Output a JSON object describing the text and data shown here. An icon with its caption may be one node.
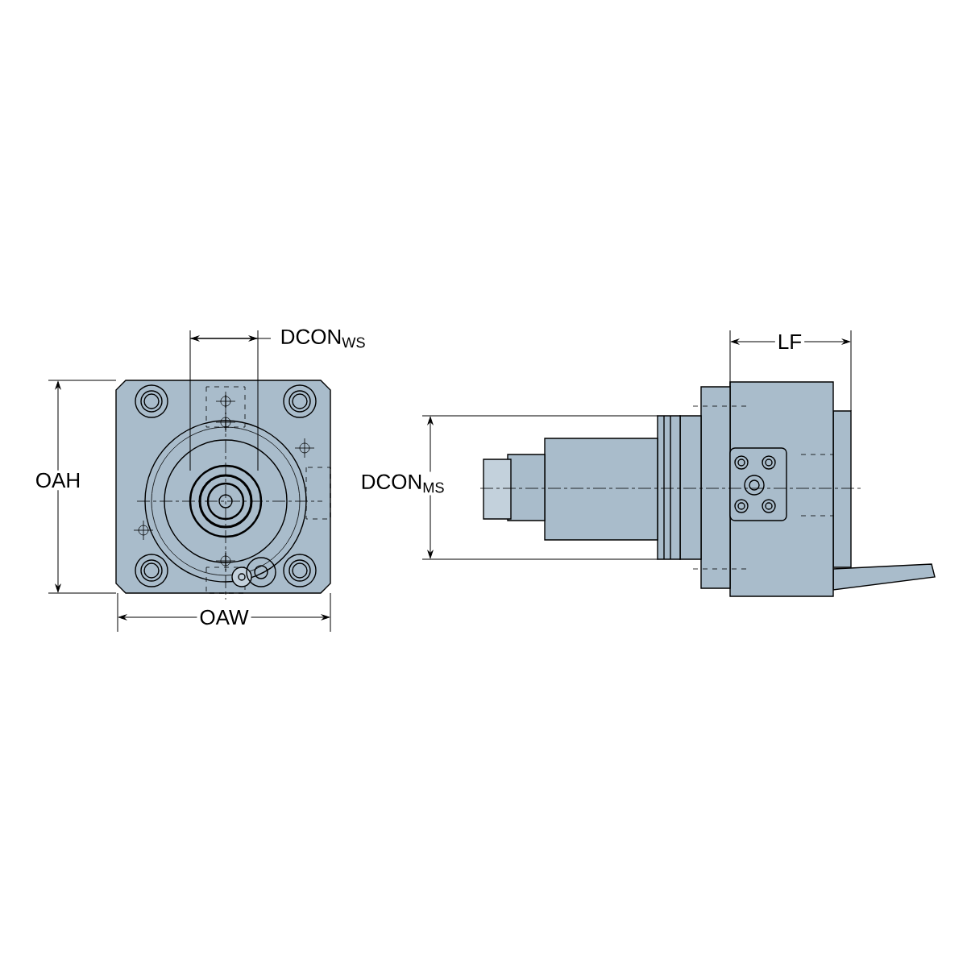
{
  "diagram": {
    "labels": [
      "DCON$_{WS}$",
      "LF",
      "OAH",
      "DCON$_{MS}$",
      "OAW"
    ]
  }
}
